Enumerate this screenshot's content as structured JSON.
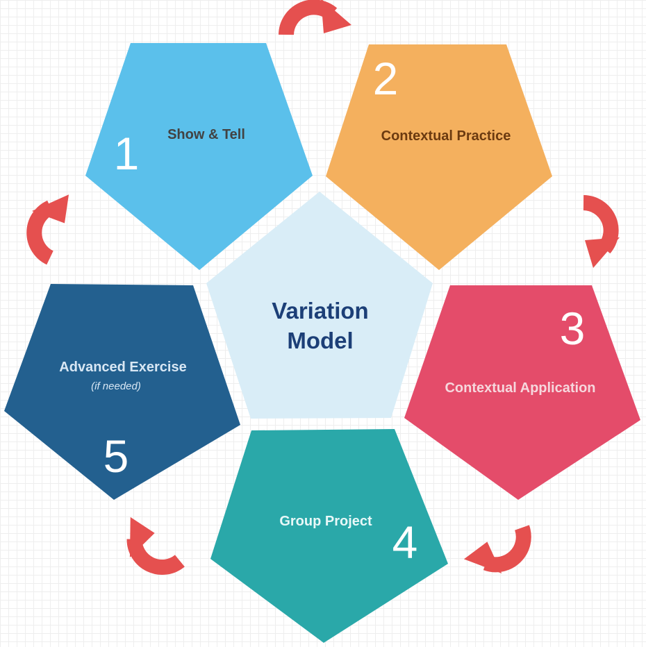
{
  "colors": {
    "step1": "#5bc0eb",
    "step2": "#f4b05e",
    "step3": "#e44c6a",
    "step4": "#2aa8a9",
    "step5": "#23608f",
    "center": "#d9edf7",
    "arrow": "#e5504f",
    "center_text": "#1c3f77"
  },
  "center": {
    "line1": "Variation",
    "line2": "Model"
  },
  "steps": [
    {
      "number": "1",
      "label": "Show & Tell"
    },
    {
      "number": "2",
      "label": "Contextual Practice"
    },
    {
      "number": "3",
      "label": "Contextual Application"
    },
    {
      "number": "4",
      "label": "Group Project"
    },
    {
      "number": "5",
      "label": "Advanced Exercise",
      "sublabel": "(if needed)"
    }
  ],
  "arrow_icon": "curved-arrow-icon"
}
